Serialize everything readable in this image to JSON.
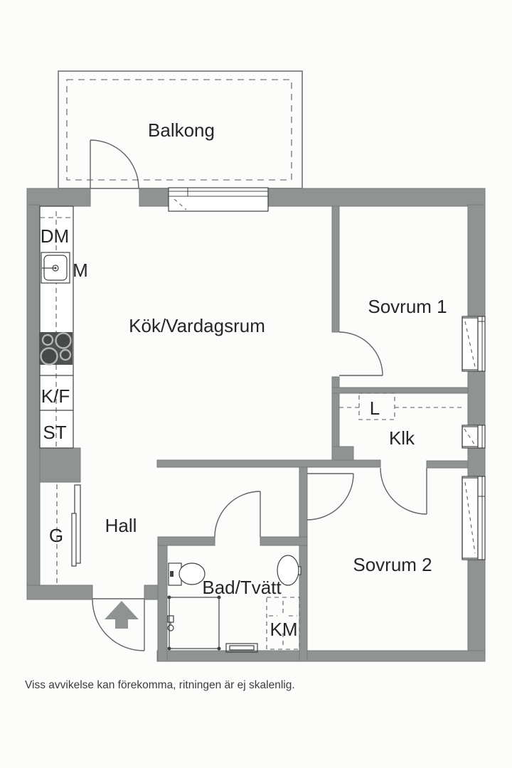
{
  "plan": {
    "rooms": {
      "balcony": "Balkong",
      "kitchen_living": "Kök/Vardagsrum",
      "bedroom1": "Sovrum 1",
      "closet": "Klk",
      "bedroom2": "Sovrum 2",
      "hall": "Hall",
      "bathroom": "Bad/Tvätt"
    },
    "fixtures": {
      "dishwasher": "DM",
      "sink": "M",
      "fridge_freezer": "K/F",
      "tall_cabinet": "ST",
      "wardrobe": "G",
      "linen_closet": "L",
      "washing_machine": "KM"
    },
    "disclaimer": "Viss avvikelse kan förekomma, ritningen är ej skalenlig."
  },
  "colors": {
    "wall": "#8f9493",
    "wall_outline": "#757a79",
    "line": "#3f4342",
    "door": "#5f6362",
    "stove": "#4e5352",
    "balcony_line": "#8a8e8d",
    "background": "#fcfcfb",
    "text": "#262626"
  }
}
